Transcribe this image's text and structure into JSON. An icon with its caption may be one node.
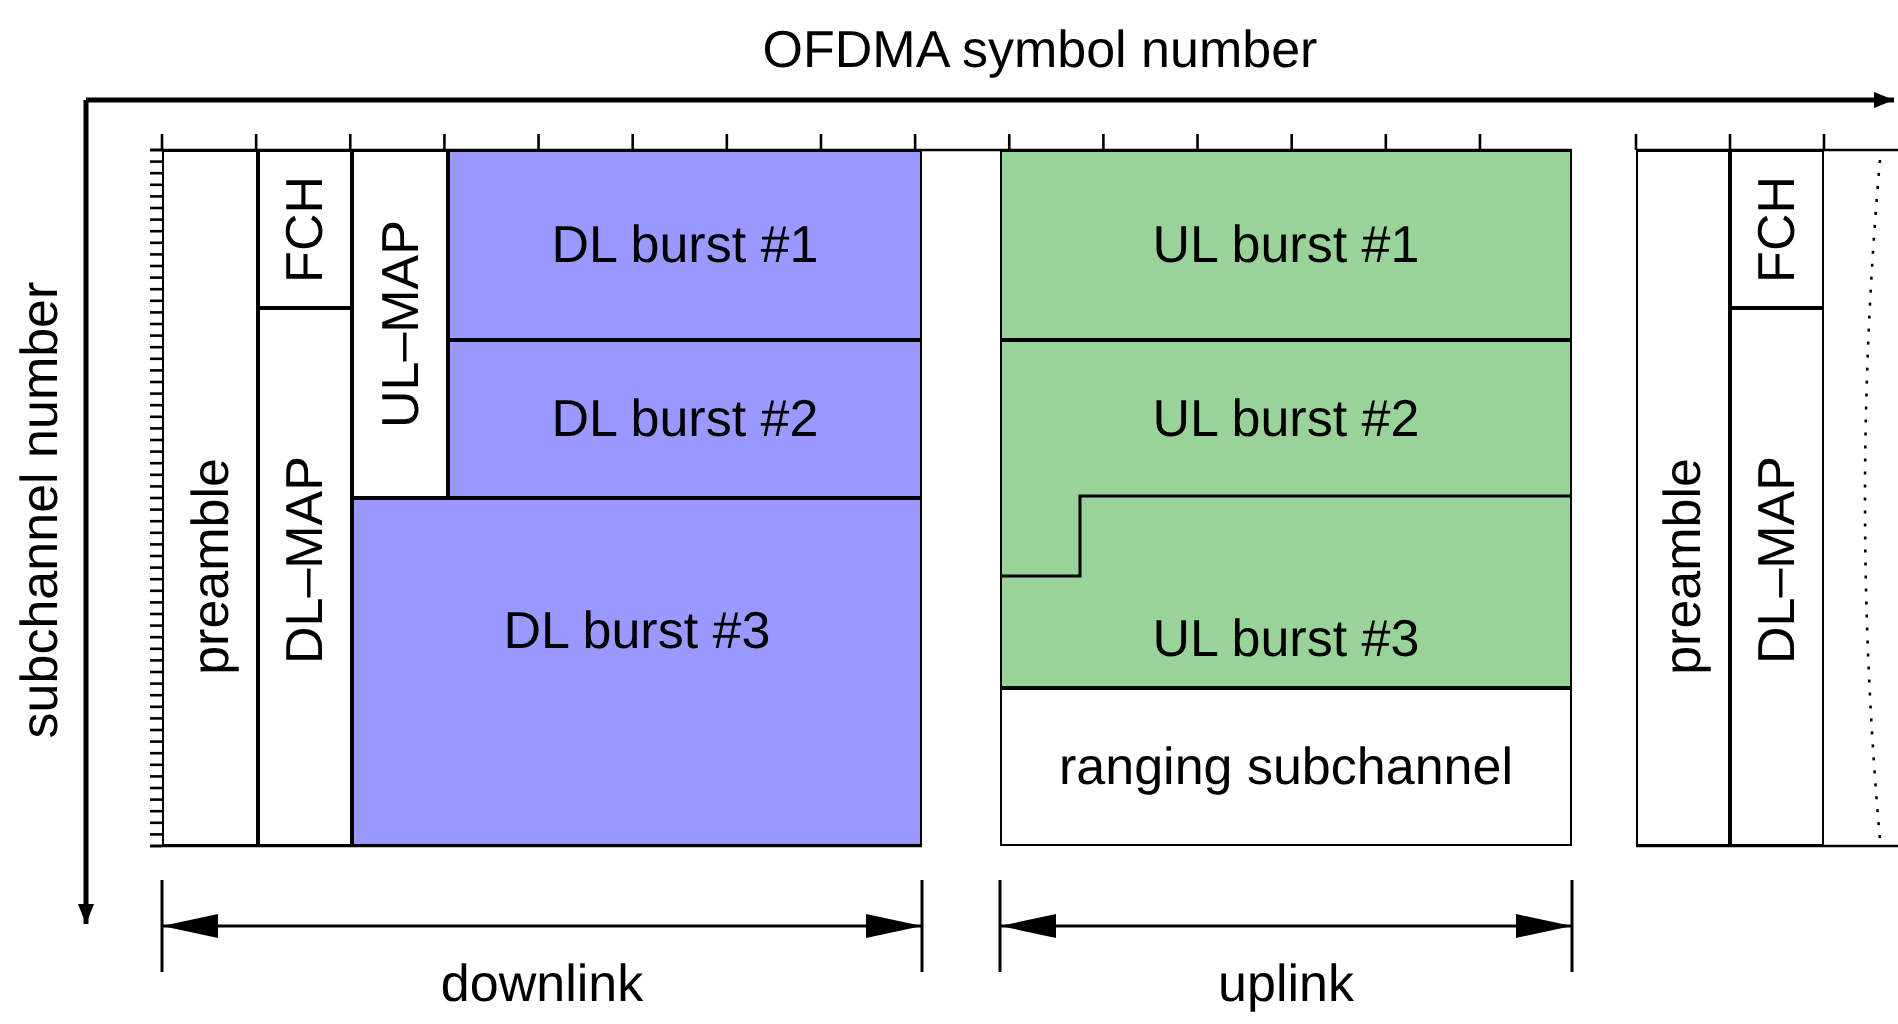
{
  "diagram": {
    "nodes": [
      {
        "text": [
          "preamble"
        ]
      },
      {
        "text": [
          "FCH"
        ]
      },
      {
        "text": [
          "DL–MAP"
        ]
      },
      {
        "text": [
          "UL–MAP"
        ]
      },
      {
        "text": [
          "DL burst #1"
        ]
      },
      {
        "text": [
          "DL burst #2"
        ]
      },
      {
        "text": [
          "DL burst #3"
        ]
      },
      {
        "text": [
          "UL burst #1"
        ]
      },
      {
        "text": [
          "UL burst #2"
        ]
      },
      {
        "text": [
          "UL burst #3"
        ]
      },
      {
        "text": [
          "ranging subchannel"
        ]
      },
      {
        "text": [
          "preamble"
        ]
      },
      {
        "text": [
          "FCH"
        ]
      },
      {
        "text": [
          "DL–MAP"
        ]
      }
    ],
    "edges": [],
    "labels": [
      "OFDMA symbol number",
      "subchannel number",
      "downlink",
      "uplink"
    ]
  }
}
